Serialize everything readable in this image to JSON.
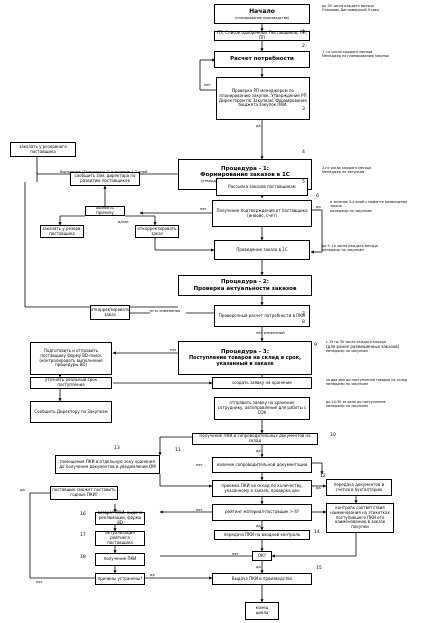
{
  "start": {
    "title": "Начало",
    "sub": "(планирование производства)"
  },
  "end": {
    "line1": "конец",
    "line2": "цикла"
  },
  "top_notes": {
    "n0a": "до 30 числа каждого месяца",
    "n0b": "Плановик Дипломерской Отдел"
  },
  "steps": {
    "s1": "ПЗ, Список одобренных Поставщиков, ПП, ПП",
    "s2": "Расчет потребности",
    "s3": "Проверка РП менеджером по планированию закупок. Утверждение РП Директором по Закупкам, Формирование бюджета закупок ПКИ.",
    "proc1_title": "Процедура - 1:",
    "proc1_main": "Формирование заказов в 1С",
    "proc1_sub": "(утвердить заказ у Директора по Закупкам)",
    "s5": "Рассылка заказов поставщикам",
    "s6": "Получение подтверждения от поставщика (инвойс, счет)",
    "s7": "Проведение заказа в 1С",
    "proc2_title": "Процедура - 2:",
    "proc2_main": "Проверка актуальности заказов",
    "s8": "Проверочный расчет потребности в ПКИ",
    "proc3_title": "Процедура - 3:",
    "proc3_main": "Поступление товаров на склад в срок, указанный в заказе",
    "s9": "создать заявку на хранение",
    "s9b": "отправить заявку на хранение сотруднику, автоправление для работы с СОК",
    "s10": "Получение ПКИ и сопроводительных документов на склад",
    "s11": "наличие сопроводительной документации",
    "s12": "приемка ПКИ на склад по количеству, указанному в заказе, проверка цен",
    "s13": "помещение ПКИ в отдельную зону хранения до получения документов и уведомление ОМ",
    "s14": "передача ПКИ на входной контроль",
    "s15": "Выдача ПКИ в производство",
    "rating": "рейтинг материал-поставщик > 4?",
    "ok": "ОК?",
    "transfer": "передача документов и счетов в бухгалтерию",
    "control": "контроль соответствия наименования на этикетках поступившего ПКИ его наименованию в заказе покупки"
  },
  "left_steps": {
    "reserve": "заказать у резервного поставщика",
    "inform": "сообщить зам. директора по развитию поставщиков",
    "find_reason": "выявить причину",
    "order_reserve": "заказать у резерв. поставщика",
    "adjust": "откорректировать заказ",
    "adjust2": "откорректировать заказ",
    "prepare_send": "Подготовить и отправить поставщику форму 8D-поиск (контролировать выполнение процедуры 8D)",
    "clarify": "уточнить реальный срок поступления",
    "report": "Сообщить Директору по Закупкам",
    "supplier_deliver": "поставщик сможет поставить годные ПКИ?",
    "return": "возврат ПКИ, выдача рекламации, форма 8D",
    "update_rating": "актуализация рейтинга поставщика",
    "get_goods": "получение ПКИ",
    "reasons": "причины устранены?"
  },
  "edge_labels": {
    "no": "нет",
    "yes": "да",
    "or": "и/или",
    "run_proc1": "Выполнить \"Процедуру-1\" в течение 1-2 дней",
    "changes": "есть изменения",
    "no_changes": "нет изменений"
  },
  "right_notes": {
    "r1": "1 -го числа каждого месяца",
    "r1b": "Менеджер по планированию закупок",
    "r4": "2-го числа каждого месяца",
    "r4b": "Менеджер по закупкам",
    "r6": "в течение 3-х дней с момента размещения заказа",
    "r6b": "менеджер по закупкам",
    "r7": "до 5 -го числа каждого месяца",
    "r7b": "менеджер по закупкам",
    "r9": "с 15 по 30 число каждого месяца",
    "r9b": "(для ранее размещенных заказов)",
    "r9c": "менеджер по закупкам",
    "r10": "за два дня до поступления товаров на склад",
    "r10b": "менеджер по закупкам",
    "r11": "до 14:30 за день до поступления",
    "r11b": "менеджер по закупкам"
  },
  "numbers": [
    "1",
    "2",
    "3",
    "4",
    "5",
    "6",
    "7",
    "8",
    "9",
    "10",
    "11",
    "12",
    "13",
    "14",
    "15",
    "16",
    "17",
    "18"
  ]
}
